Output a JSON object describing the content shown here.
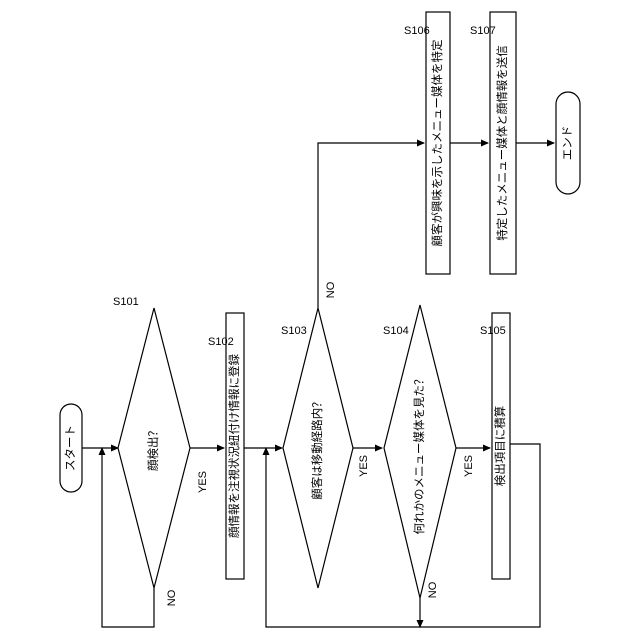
{
  "nodes": {
    "start": {
      "label": "スタート"
    },
    "s101": {
      "step": "S101",
      "label": "顔検出？"
    },
    "s102": {
      "step": "S102",
      "label": "顔情報を注視状況紐付け情報に登録"
    },
    "s103": {
      "step": "S103",
      "label": "顧客は移動経路内？"
    },
    "s104": {
      "step": "S104",
      "label": "何れかのメニュー媒体を見た？"
    },
    "s105": {
      "step": "S105",
      "label": "検出項目に積算"
    },
    "s106": {
      "step": "S106",
      "label": "顧客が興味を示したメニュー媒体を特定"
    },
    "s107": {
      "step": "S107",
      "label": "特定したメニュー媒体と顔情報を送信"
    },
    "end": {
      "label": "エンド"
    }
  },
  "branches": {
    "s101_yes": "YES",
    "s101_no": "NO",
    "s103_yes": "YES",
    "s103_no": "NO",
    "s104_yes": "YES",
    "s104_no": "NO"
  }
}
